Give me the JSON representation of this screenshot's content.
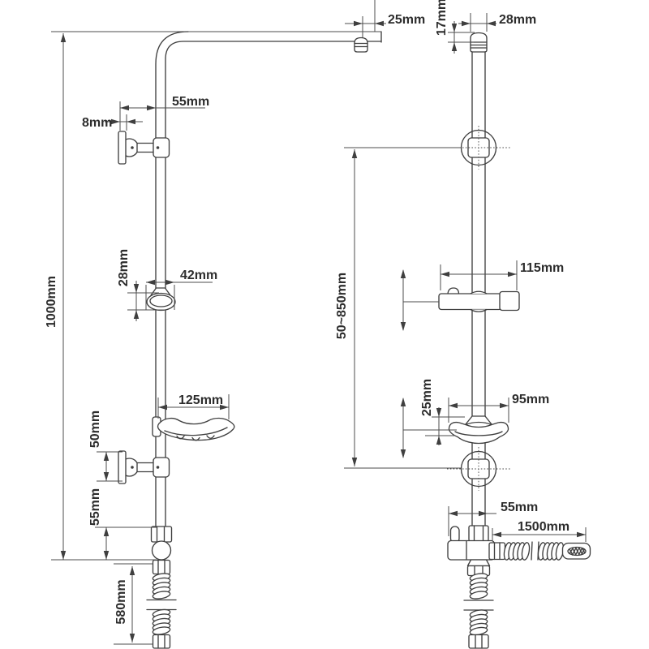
{
  "dims": {
    "arm_outlet_offset": "25mm",
    "left_bracket_offset": "55mm",
    "wall_plate_thickness": "8mm",
    "riser_total_height": "1000mm",
    "holder_height": "28mm",
    "holder_width": "42mm",
    "shelf_width": "125mm",
    "lower_bracket_height": "50mm",
    "rail_bottom_offset": "55mm",
    "lower_hose_length": "580mm",
    "cap_height": "17mm",
    "cap_width": "28mm",
    "bracket_travel": "50~850mm",
    "slider_width": "115mm",
    "dish_height": "25mm",
    "dish_width": "95mm",
    "diverter_offset": "55mm",
    "shower_hose_length": "1500mm"
  },
  "colors": {
    "background": "#ffffff",
    "part_line": "#3f3f3f",
    "dimension_line": "#4d4d4d",
    "label_text": "#2d2d2d"
  }
}
